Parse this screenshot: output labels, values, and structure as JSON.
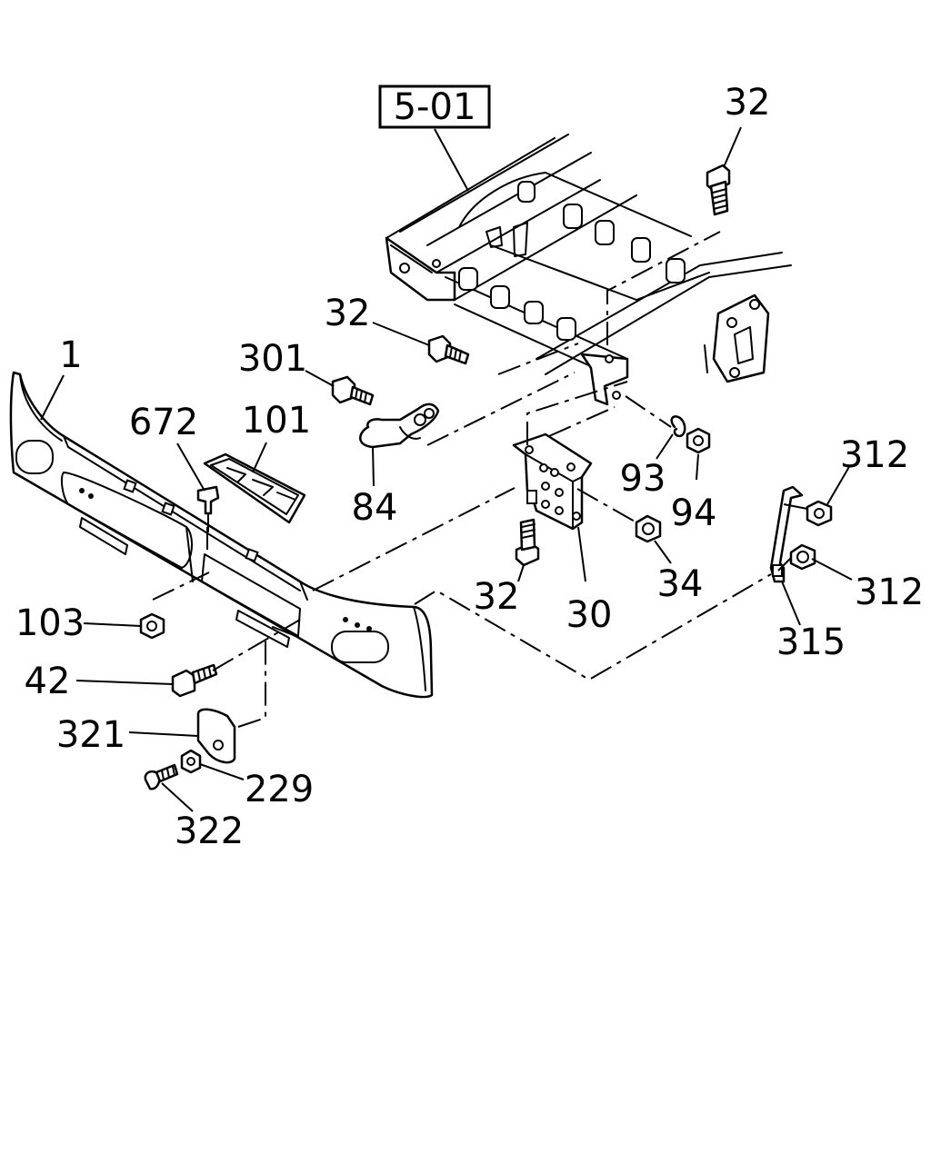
{
  "reference_box": "5-01",
  "labels": {
    "p32_top": "32",
    "p32_mid": "32",
    "p32_bottom": "32",
    "p301": "301",
    "p1": "1",
    "p672": "672",
    "p101": "101",
    "p84": "84",
    "p93": "93",
    "p94": "94",
    "p312_a": "312",
    "p312_b": "312",
    "p34": "34",
    "p30": "30",
    "p315": "315",
    "p103": "103",
    "p42": "42",
    "p321": "321",
    "p229": "229",
    "p322": "322"
  }
}
